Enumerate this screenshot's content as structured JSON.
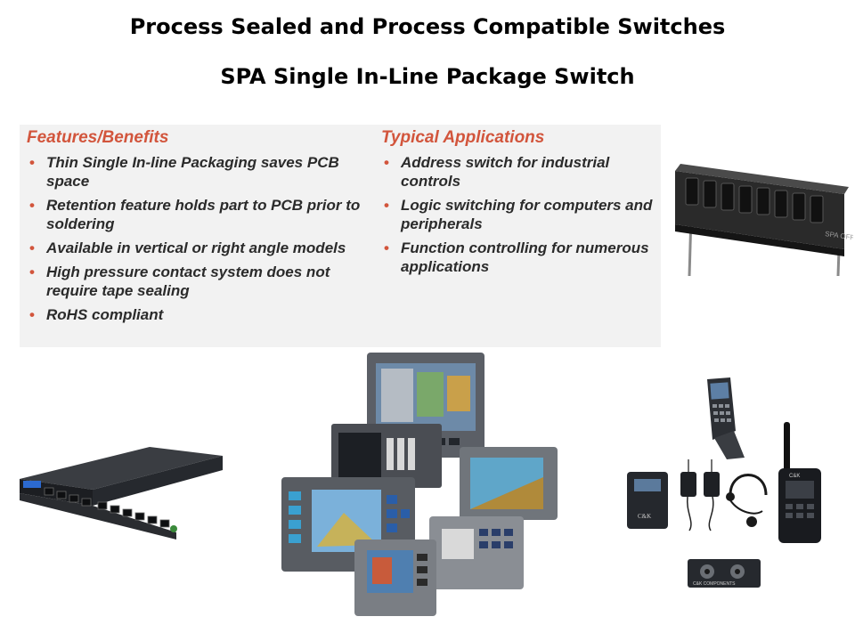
{
  "slide": {
    "title": "Process Sealed and Process Compatible Switches",
    "subtitle": "SPA Single In-Line Package Switch"
  },
  "features": {
    "heading": "Features/Benefits",
    "items": [
      "Thin Single In-line Packaging saves PCB space",
      "Retention feature holds part to PCB prior to soldering",
      "Available in vertical or right angle models",
      "High pressure contact system does not require tape sealing",
      "RoHS compliant"
    ]
  },
  "applications": {
    "heading": "Typical Applications",
    "items": [
      "Address switch for industrial controls",
      "Logic switching for computers and peripherals",
      "Function controlling for numerous applications"
    ]
  },
  "images": {
    "switch_marking": "SPA OFF",
    "receiver_brand": "C&K",
    "radio_brand": "C&K",
    "mixer_label": "C&K COMPONENTS"
  },
  "colors": {
    "heading_accent": "#d2553c",
    "body_text": "#2b2b2b",
    "panel_bg": "#f2f2f2"
  }
}
